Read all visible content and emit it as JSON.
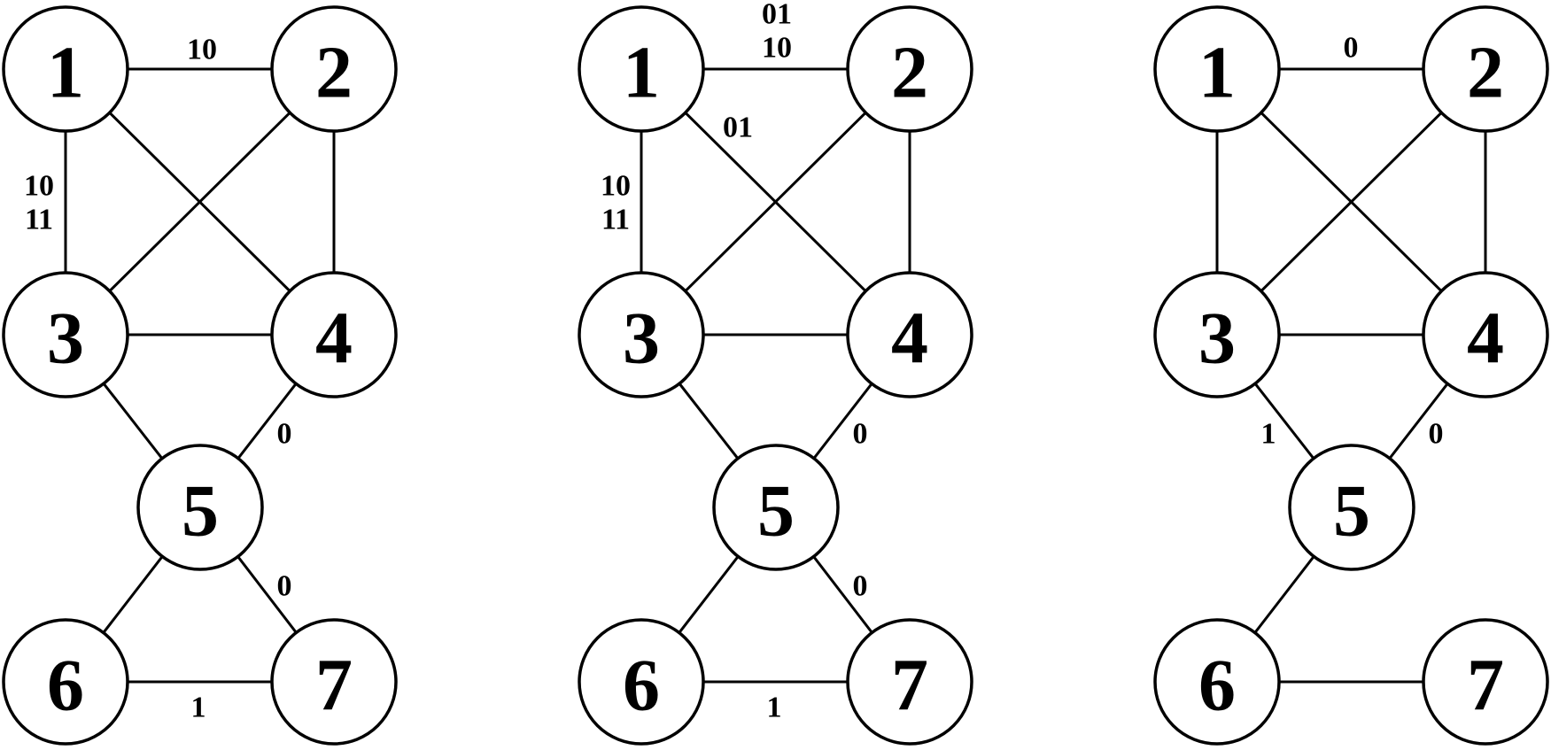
{
  "colors": {
    "stroke": "#000000",
    "background": "#ffffff"
  },
  "graphs": [
    {
      "nodes": [
        {
          "id": "1",
          "label": "1"
        },
        {
          "id": "2",
          "label": "2"
        },
        {
          "id": "3",
          "label": "3"
        },
        {
          "id": "4",
          "label": "4"
        },
        {
          "id": "5",
          "label": "5"
        },
        {
          "id": "6",
          "label": "6"
        },
        {
          "id": "7",
          "label": "7"
        }
      ],
      "edges": [
        {
          "from": "1",
          "to": "2",
          "labels": [
            "10"
          ]
        },
        {
          "from": "1",
          "to": "3",
          "labels": [
            "10",
            "11"
          ]
        },
        {
          "from": "1",
          "to": "4",
          "labels": []
        },
        {
          "from": "2",
          "to": "3",
          "labels": []
        },
        {
          "from": "2",
          "to": "4",
          "labels": []
        },
        {
          "from": "3",
          "to": "4",
          "labels": []
        },
        {
          "from": "3",
          "to": "5",
          "labels": []
        },
        {
          "from": "4",
          "to": "5",
          "labels": [
            "0"
          ]
        },
        {
          "from": "5",
          "to": "6",
          "labels": []
        },
        {
          "from": "5",
          "to": "7",
          "labels": [
            "0"
          ]
        },
        {
          "from": "6",
          "to": "7",
          "labels": [
            "1"
          ]
        }
      ]
    },
    {
      "nodes": [
        {
          "id": "1",
          "label": "1"
        },
        {
          "id": "2",
          "label": "2"
        },
        {
          "id": "3",
          "label": "3"
        },
        {
          "id": "4",
          "label": "4"
        },
        {
          "id": "5",
          "label": "5"
        },
        {
          "id": "6",
          "label": "6"
        },
        {
          "id": "7",
          "label": "7"
        }
      ],
      "edges": [
        {
          "from": "1",
          "to": "2",
          "labels": [
            "01",
            "10"
          ]
        },
        {
          "from": "1",
          "to": "3",
          "labels": [
            "10",
            "11"
          ]
        },
        {
          "from": "1",
          "to": "4",
          "labels": [
            "01"
          ]
        },
        {
          "from": "2",
          "to": "3",
          "labels": []
        },
        {
          "from": "2",
          "to": "4",
          "labels": []
        },
        {
          "from": "3",
          "to": "4",
          "labels": []
        },
        {
          "from": "3",
          "to": "5",
          "labels": []
        },
        {
          "from": "4",
          "to": "5",
          "labels": [
            "0"
          ]
        },
        {
          "from": "5",
          "to": "6",
          "labels": []
        },
        {
          "from": "5",
          "to": "7",
          "labels": [
            "0"
          ]
        },
        {
          "from": "6",
          "to": "7",
          "labels": [
            "1"
          ]
        }
      ]
    },
    {
      "nodes": [
        {
          "id": "1",
          "label": "1"
        },
        {
          "id": "2",
          "label": "2"
        },
        {
          "id": "3",
          "label": "3"
        },
        {
          "id": "4",
          "label": "4"
        },
        {
          "id": "5",
          "label": "5"
        },
        {
          "id": "6",
          "label": "6"
        },
        {
          "id": "7",
          "label": "7"
        }
      ],
      "edges": [
        {
          "from": "1",
          "to": "2",
          "labels": [
            "0"
          ]
        },
        {
          "from": "1",
          "to": "3",
          "labels": []
        },
        {
          "from": "1",
          "to": "4",
          "labels": []
        },
        {
          "from": "2",
          "to": "3",
          "labels": []
        },
        {
          "from": "2",
          "to": "4",
          "labels": []
        },
        {
          "from": "3",
          "to": "4",
          "labels": []
        },
        {
          "from": "3",
          "to": "5",
          "labels": [
            "1"
          ]
        },
        {
          "from": "4",
          "to": "5",
          "labels": [
            "0"
          ]
        },
        {
          "from": "5",
          "to": "6",
          "labels": []
        },
        {
          "from": "6",
          "to": "7",
          "labels": []
        }
      ]
    }
  ]
}
